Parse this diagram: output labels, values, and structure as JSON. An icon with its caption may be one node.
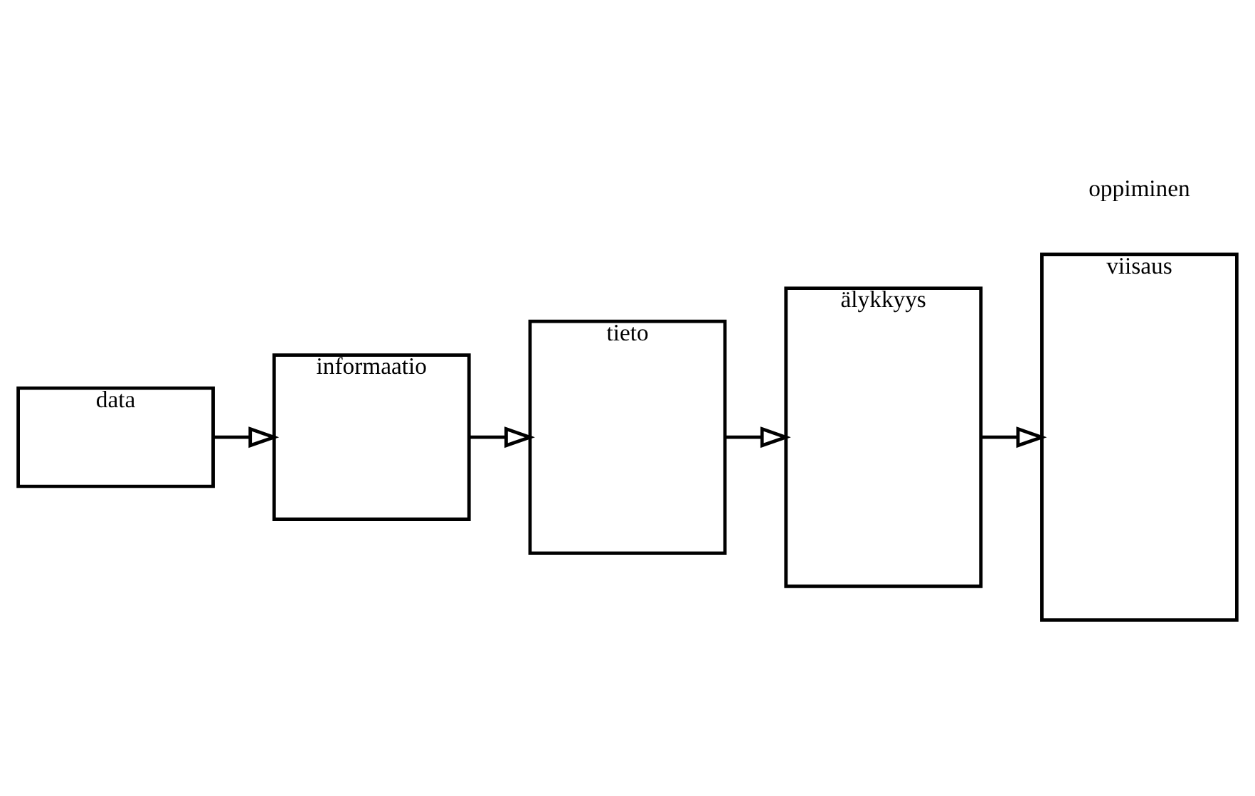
{
  "diagram": {
    "nodes": [
      {
        "text": [
          "data"
        ]
      },
      {
        "text": [
          "informaatio"
        ]
      },
      {
        "text": [
          "tieto"
        ]
      },
      {
        "text": [
          "älykkyys"
        ]
      },
      {
        "text": [
          "viisaus"
        ]
      }
    ],
    "edges": [
      {
        "from": 0,
        "to": 1,
        "arrow": "to"
      },
      {
        "from": 1,
        "to": 2,
        "arrow": "to"
      },
      {
        "from": 2,
        "to": 3,
        "arrow": "to"
      },
      {
        "from": 3,
        "to": 4,
        "arrow": "to"
      }
    ],
    "labels": [
      "oppiminen"
    ]
  }
}
